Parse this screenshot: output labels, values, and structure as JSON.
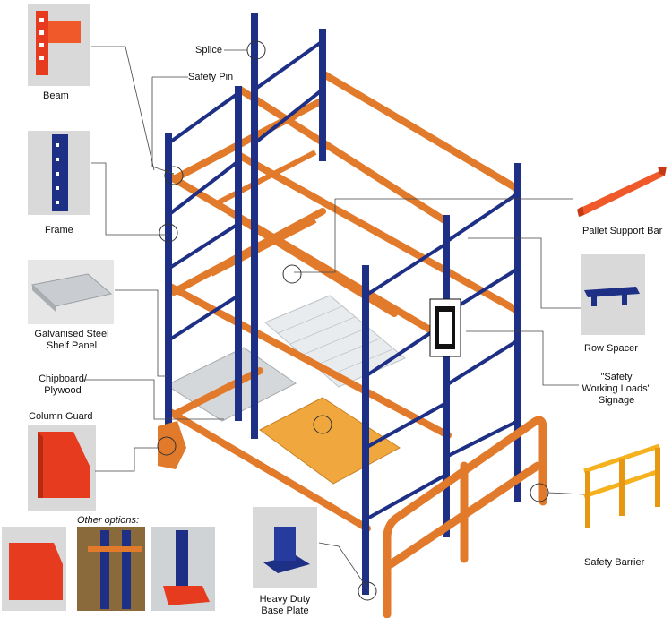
{
  "labels": {
    "splice": "Splice",
    "safety_pin": "Safety Pin",
    "beam": "Beam",
    "frame": "Frame",
    "galvanised_shelf": "Galvanised Steel\nShelf Panel",
    "chipboard": "Chipboard/\nPlywood",
    "column_guard": "Column Guard",
    "other_options": "Other options:",
    "pallet_support_bar": "Pallet Support Bar",
    "row_spacer": "Row Spacer",
    "safety_signage": "\"Safety\nWorking Loads\"\nSignage",
    "safety_barrier": "Safety Barrier",
    "base_plate": "Heavy Duty\nBase Plate"
  },
  "colors": {
    "upright": "#1e2f86",
    "beam": "#e27a2c",
    "guard": "#e63b1e",
    "mesh": "#bfc4c8",
    "plywood": "#f0a83e",
    "panel": "#d5d8da",
    "thumb_bg": "#d9d9d9",
    "callout_line": "#444444"
  },
  "icons": {
    "beam": "beam-thumbnail-icon",
    "frame": "frame-thumbnail-icon",
    "shelf": "shelf-panel-thumbnail-icon",
    "guard": "column-guard-thumbnail-icon",
    "pallet_bar": "pallet-support-bar-icon",
    "row_spacer": "row-spacer-icon",
    "barrier": "safety-barrier-icon",
    "base_plate": "base-plate-icon"
  }
}
